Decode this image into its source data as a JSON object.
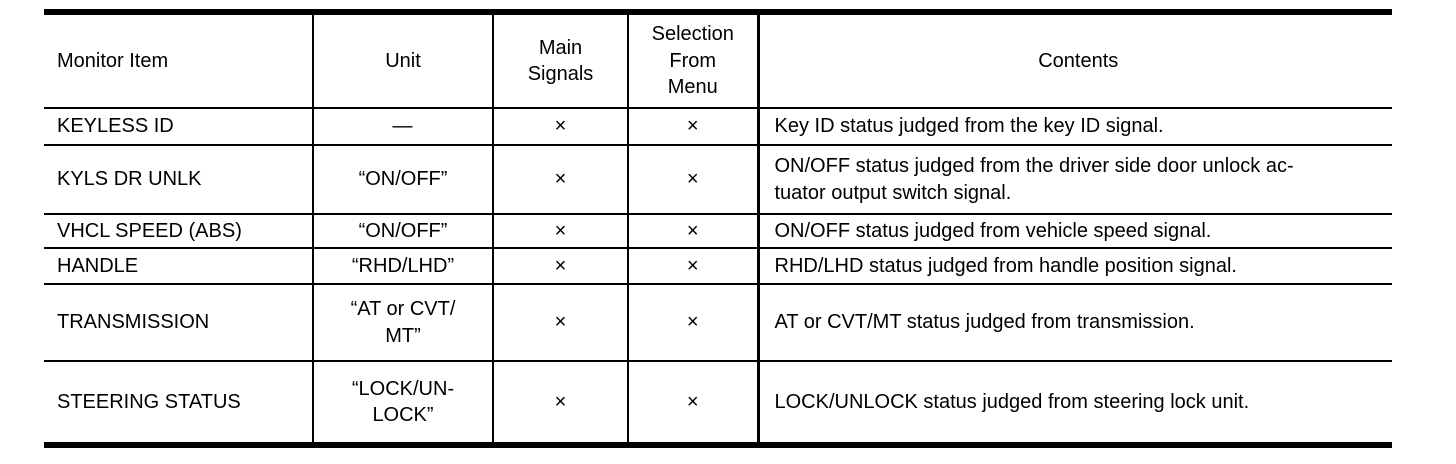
{
  "table": {
    "headers": {
      "monitor_item": "Monitor Item",
      "unit": "Unit",
      "main_signals": "Main\nSignals",
      "selection_from_menu": "Selection\nFrom\nMenu",
      "contents": "Contents"
    },
    "rows": [
      {
        "item": "KEYLESS ID",
        "unit": "—",
        "main_signals": "×",
        "selection_from_menu": "×",
        "contents": "Key ID status judged from the key ID signal."
      },
      {
        "item": "KYLS DR UNLK",
        "unit": "“ON/OFF”",
        "main_signals": "×",
        "selection_from_menu": "×",
        "contents": "ON/OFF status judged from the driver side door unlock ac-\ntuator output switch signal."
      },
      {
        "item": "VHCL SPEED (ABS)",
        "unit": "“ON/OFF”",
        "main_signals": "×",
        "selection_from_menu": "×",
        "contents": "ON/OFF status judged from vehicle speed signal."
      },
      {
        "item": "HANDLE",
        "unit": "“RHD/LHD”",
        "main_signals": "×",
        "selection_from_menu": "×",
        "contents": "RHD/LHD status judged from handle position signal."
      },
      {
        "item": "TRANSMISSION",
        "unit": "“AT or CVT/\nMT”",
        "main_signals": "×",
        "selection_from_menu": "×",
        "contents": "AT or CVT/MT status judged from transmission."
      },
      {
        "item": "STEERING STATUS",
        "unit": "“LOCK/UN-\nLOCK”",
        "main_signals": "×",
        "selection_from_menu": "×",
        "contents": "LOCK/UNLOCK status judged from steering lock unit."
      }
    ]
  }
}
